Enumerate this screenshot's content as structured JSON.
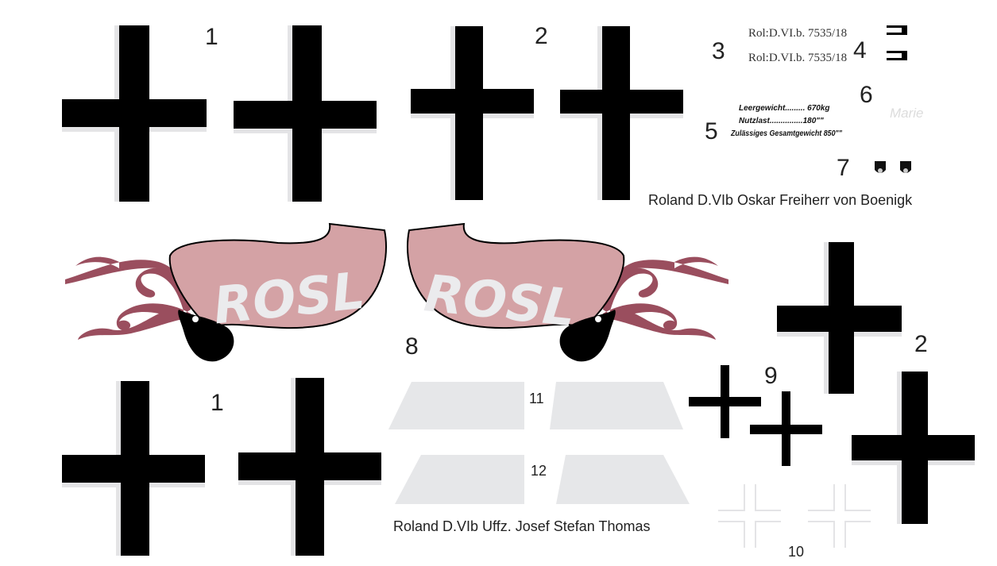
{
  "sheet": {
    "labels": {
      "n1_top": "1",
      "n2_top": "2",
      "n3": "3",
      "n4": "4",
      "n5": "5",
      "n6": "6",
      "n7": "7",
      "n8": "8",
      "n1_bottom": "1",
      "n2_right": "2",
      "n9": "9",
      "n10": "10",
      "n11": "11",
      "n12": "12"
    },
    "serial_1": "Rol:D.VI.b. 7535/18",
    "serial_2": "Rol:D.VI.b. 7535/18",
    "weights": [
      "Leergewicht......... 670kg",
      "Nutzlast...............180\"\"",
      "Zulässiges Gesamtgewicht 850\"\""
    ],
    "name_marie": "Marie",
    "rosl_left": "ROSL",
    "rosl_right": "ROSL",
    "caption_top": "Roland D.VIb  Oskar Freiherr von Boenigk",
    "caption_bottom": "Roland D.VIb Uffz. Josef Stefan Thomas"
  },
  "colors": {
    "cross": "#000000",
    "cross_shadow": "#e4e4e6",
    "rosl_body": "#d4a2a5",
    "rosl_tentacle": "#9a4e5e",
    "rosl_text": "#ebebed",
    "panel_grey": "#e6e7e9"
  }
}
